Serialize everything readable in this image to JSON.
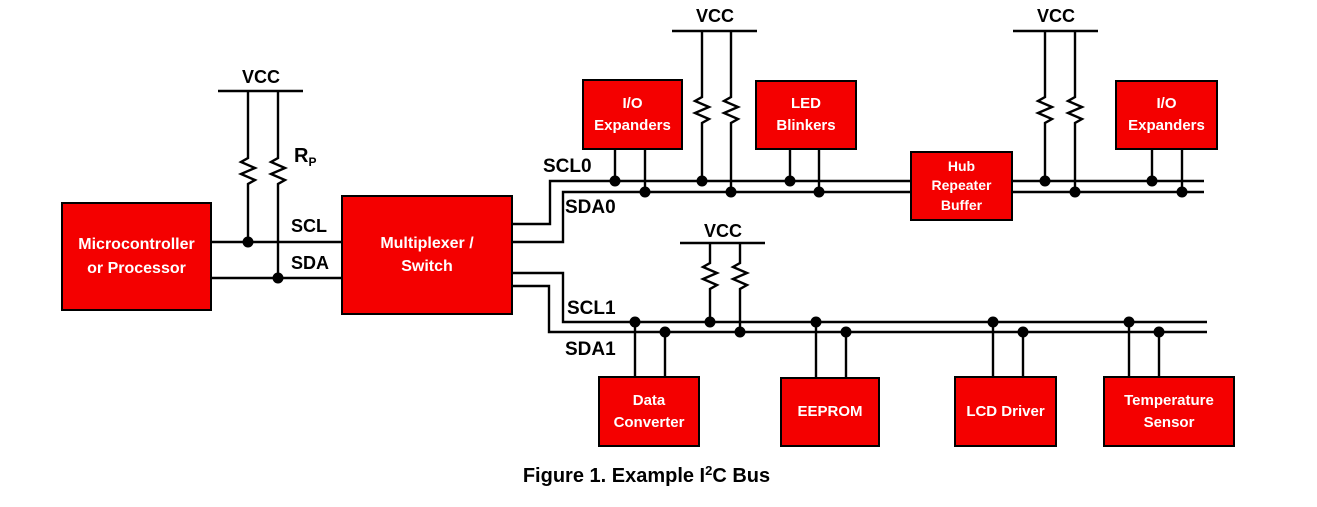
{
  "diagram": {
    "title": "Example I2C Bus block diagram",
    "colors": {
      "block_fill": "#f40000",
      "block_border": "#000000",
      "block_text": "#ffffff",
      "wire": "#000000",
      "label_text": "#000000",
      "background": "#ffffff"
    },
    "blocks": {
      "microcontroller": {
        "label": "Microcontroller\nor Processor"
      },
      "multiplexer": {
        "label": "Multiplexer /\nSwitch"
      },
      "io_expanders_left": {
        "label": "I/O\nExpanders"
      },
      "led_blinkers": {
        "label": "LED\nBlinkers"
      },
      "hub_repeater": {
        "label": "Hub\nRepeater\nBuffer"
      },
      "io_expanders_right": {
        "label": "I/O\nExpanders"
      },
      "data_converter": {
        "label": "Data\nConverter"
      },
      "eeprom": {
        "label": "EEPROM"
      },
      "lcd_driver": {
        "label": "LCD Driver"
      },
      "temperature_sensor": {
        "label": "Temperature\nSensor"
      }
    },
    "labels": {
      "vcc": "VCC",
      "rp_base": "R",
      "rp_sub": "P",
      "scl": "SCL",
      "sda": "SDA",
      "scl0": "SCL0",
      "sda0": "SDA0",
      "scl1": "SCL1",
      "sda1": "SDA1"
    },
    "caption": {
      "prefix": "Figure 1. Example I",
      "superscript": "2",
      "suffix": "C Bus"
    }
  }
}
